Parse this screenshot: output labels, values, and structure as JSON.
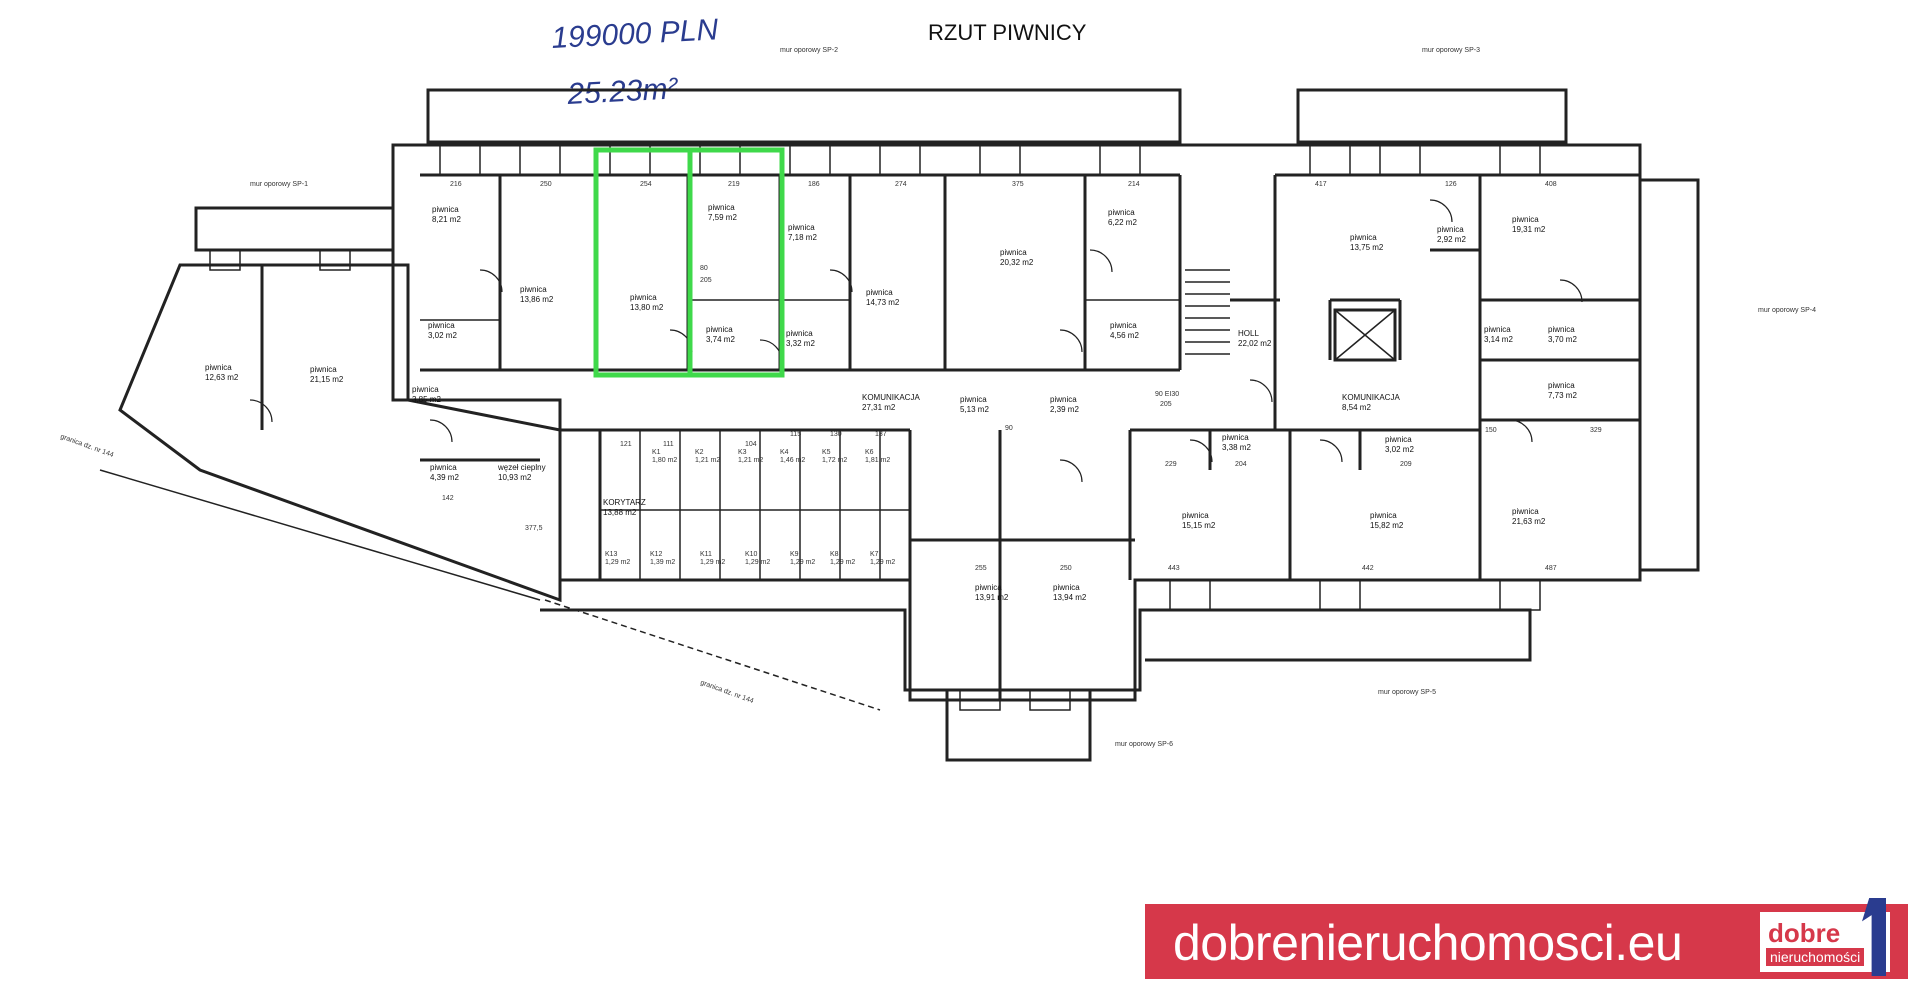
{
  "title": "RZUT PIWNICY",
  "handwritten": {
    "price": "199000 PLN",
    "area": "25.23m²"
  },
  "brand": {
    "url": "dobrenieruchomosci.eu",
    "logo_top": "dobre",
    "logo_bottom": "nieruchomości"
  },
  "walls": [
    "mur oporowy SP-1",
    "mur oporowy SP-2",
    "mur oporowy SP-3",
    "mur oporowy SP-4",
    "mur oporowy SP-5",
    "mur oporowy SP-6"
  ],
  "boundary": [
    "granica dz. nr 144",
    "granica dz. nr 144"
  ],
  "rooms": [
    {
      "name": "piwnica",
      "area": "8,21 m2"
    },
    {
      "name": "piwnica",
      "area": "13,86 m2"
    },
    {
      "name": "piwnica",
      "area": "7,59 m2"
    },
    {
      "name": "piwnica",
      "area": "13,80 m2"
    },
    {
      "name": "piwnica",
      "area": "3,74 m2"
    },
    {
      "name": "piwnica",
      "area": "7,18 m2"
    },
    {
      "name": "piwnica",
      "area": "3,32 m2"
    },
    {
      "name": "piwnica",
      "area": "14,73 m2"
    },
    {
      "name": "piwnica",
      "area": "20,32 m2"
    },
    {
      "name": "piwnica",
      "area": "6,22 m2"
    },
    {
      "name": "piwnica",
      "area": "4,56 m2"
    },
    {
      "name": "piwnica",
      "area": "3,02 m2"
    },
    {
      "name": "piwnica",
      "area": "3,85 m2"
    },
    {
      "name": "piwnica",
      "area": "12,63 m2"
    },
    {
      "name": "piwnica",
      "area": "21,15 m2"
    },
    {
      "name": "piwnica",
      "area": "4,39 m2"
    },
    {
      "name": "węzeł cieplny",
      "area": "10,93 m2"
    },
    {
      "name": "piwnica",
      "area": "5,13 m2"
    },
    {
      "name": "piwnica",
      "area": "2,39 m2"
    },
    {
      "name": "piwnica",
      "area": "13,91 m2"
    },
    {
      "name": "piwnica",
      "area": "13,94 m2"
    },
    {
      "name": "piwnica",
      "area": "15,15 m2"
    },
    {
      "name": "piwnica",
      "area": "3,38 m2"
    },
    {
      "name": "piwnica",
      "area": "3,02 m2"
    },
    {
      "name": "piwnica",
      "area": "15,82 m2"
    },
    {
      "name": "piwnica",
      "area": "13,75 m2"
    },
    {
      "name": "piwnica",
      "area": "2,92 m2"
    },
    {
      "name": "piwnica",
      "area": "19,31 m2"
    },
    {
      "name": "piwnica",
      "area": "3,14 m2"
    },
    {
      "name": "piwnica",
      "area": "3,70 m2"
    },
    {
      "name": "piwnica",
      "area": "7,73 m2"
    },
    {
      "name": "piwnica",
      "area": "21,63 m2"
    }
  ],
  "common": [
    {
      "name": "KOMUNIKACJA",
      "area": "27,31 m2"
    },
    {
      "name": "KOMUNIKACJA",
      "area": "8,54 m2"
    },
    {
      "name": "HOLL",
      "area": "22,02 m2"
    },
    {
      "name": "KORYTARZ",
      "area": "13,88 m2"
    }
  ],
  "lockers": [
    {
      "id": "K1",
      "area": "1,80 m2"
    },
    {
      "id": "K2",
      "area": "1,21 m2"
    },
    {
      "id": "K3",
      "area": "1,21 m2"
    },
    {
      "id": "K4",
      "area": "1,46 m2"
    },
    {
      "id": "K5",
      "area": "1,72 m2"
    },
    {
      "id": "K6",
      "area": "1,81 m2"
    },
    {
      "id": "K7",
      "area": "1,29 m2"
    },
    {
      "id": "K8",
      "area": "1,29 m2"
    },
    {
      "id": "K9",
      "area": "1,29 m2"
    },
    {
      "id": "K10",
      "area": "1,29 m2"
    },
    {
      "id": "K11",
      "area": "1,29 m2"
    },
    {
      "id": "K12",
      "area": "1,39 m2"
    },
    {
      "id": "K13",
      "area": "1,29 m2"
    }
  ],
  "dims": [
    "216",
    "250",
    "254",
    "219",
    "186",
    "274",
    "375",
    "214",
    "417",
    "126",
    "408",
    "111",
    "104",
    "115",
    "130",
    "137",
    "121",
    "142",
    "377,5",
    "255",
    "250",
    "443",
    "442",
    "487",
    "229",
    "204",
    "209",
    "329",
    "150",
    "80",
    "205",
    "90",
    "90 EI30",
    "205"
  ]
}
